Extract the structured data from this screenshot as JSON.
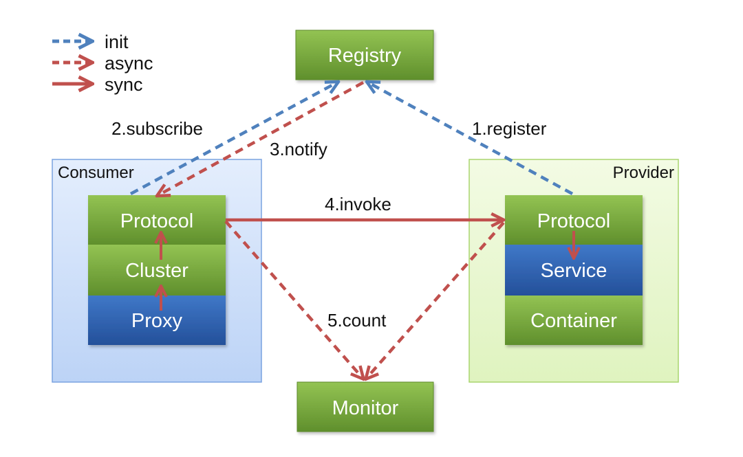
{
  "legend": {
    "init": "init",
    "async": "async",
    "sync": "sync"
  },
  "nodes": {
    "registry": "Registry",
    "monitor": "Monitor",
    "consumer": {
      "title": "Consumer",
      "protocol": "Protocol",
      "cluster": "Cluster",
      "proxy": "Proxy"
    },
    "provider": {
      "title": "Provider",
      "protocol": "Protocol",
      "service": "Service",
      "container": "Container"
    }
  },
  "edges": {
    "register": "1.register",
    "subscribe": "2.subscribe",
    "notify": "3.notify",
    "invoke": "4.invoke",
    "count": "5.count"
  },
  "colors": {
    "init": "#4f81bd",
    "async": "#c0504d",
    "sync": "#c0504d",
    "green_box": "#76a93b",
    "blue_box": "#2f63b0",
    "consumer_bg": "#cfe0fb",
    "provider_bg": "#e9f8cf"
  }
}
